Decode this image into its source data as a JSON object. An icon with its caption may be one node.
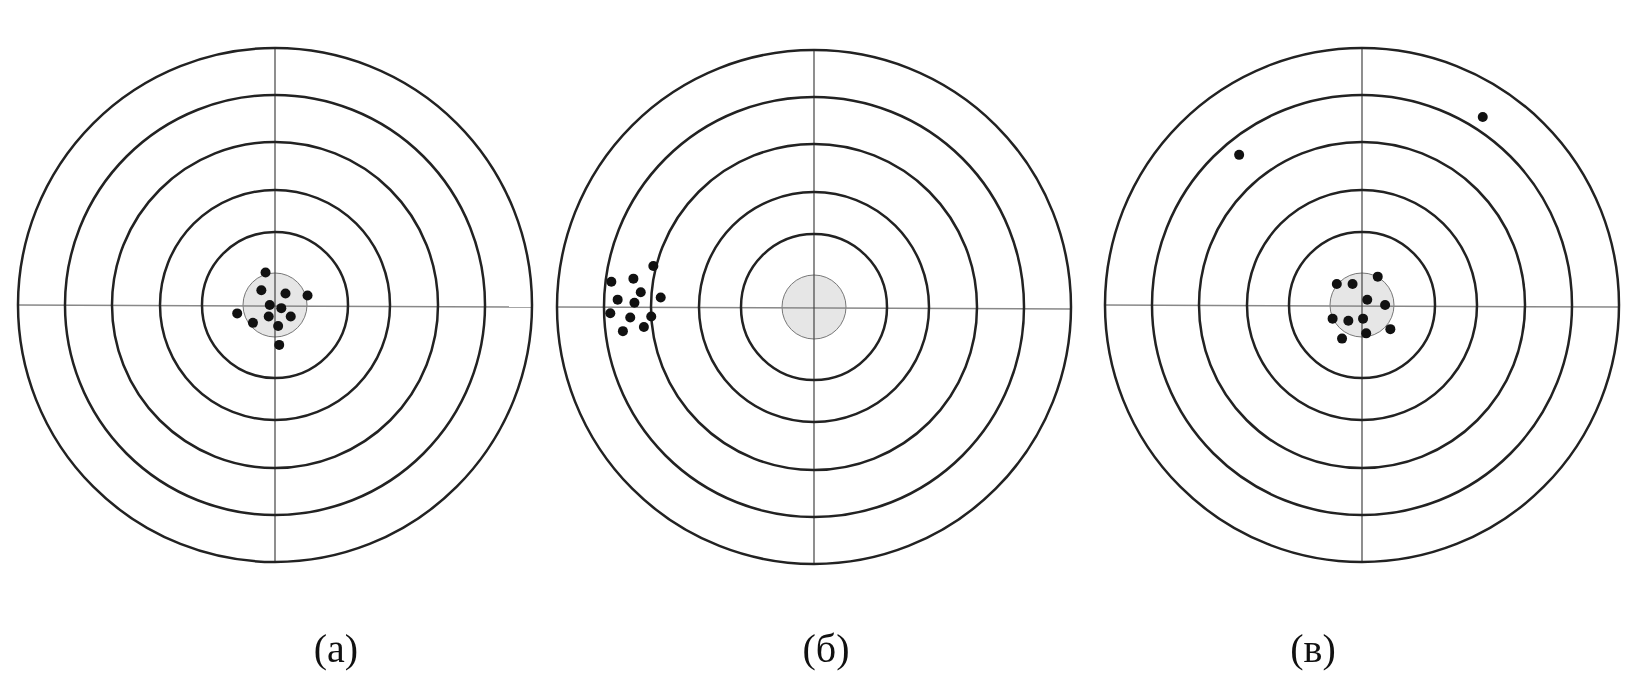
{
  "diagram": {
    "labels": [
      "(а)",
      "(б)",
      "(в)"
    ]
  }
}
